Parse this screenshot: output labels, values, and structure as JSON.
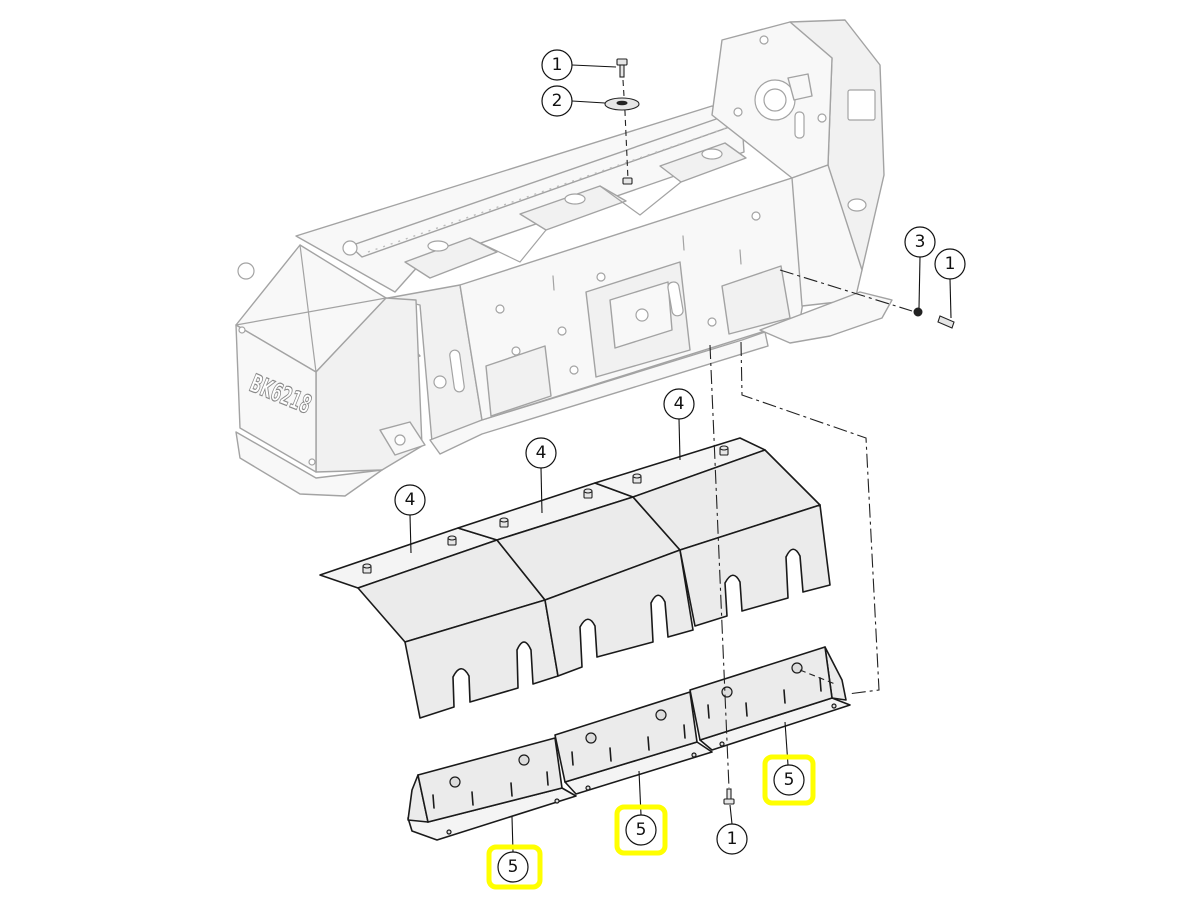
{
  "machine": {
    "model_label": "BK6218"
  },
  "callouts": [
    {
      "label": "1",
      "highlighted": false
    },
    {
      "label": "2",
      "highlighted": false
    },
    {
      "label": "3",
      "highlighted": false
    },
    {
      "label": "1",
      "highlighted": false
    },
    {
      "label": "4",
      "highlighted": false
    },
    {
      "label": "4",
      "highlighted": false
    },
    {
      "label": "4",
      "highlighted": false
    },
    {
      "label": "5",
      "highlighted": true
    },
    {
      "label": "5",
      "highlighted": true
    },
    {
      "label": "5",
      "highlighted": true
    },
    {
      "label": "1",
      "highlighted": false
    }
  ],
  "colors": {
    "highlight": "#ffff00",
    "part_outline": "#1a1a1a",
    "frame_outline": "#a3a3a3",
    "part_fill": "#ebebeb"
  }
}
